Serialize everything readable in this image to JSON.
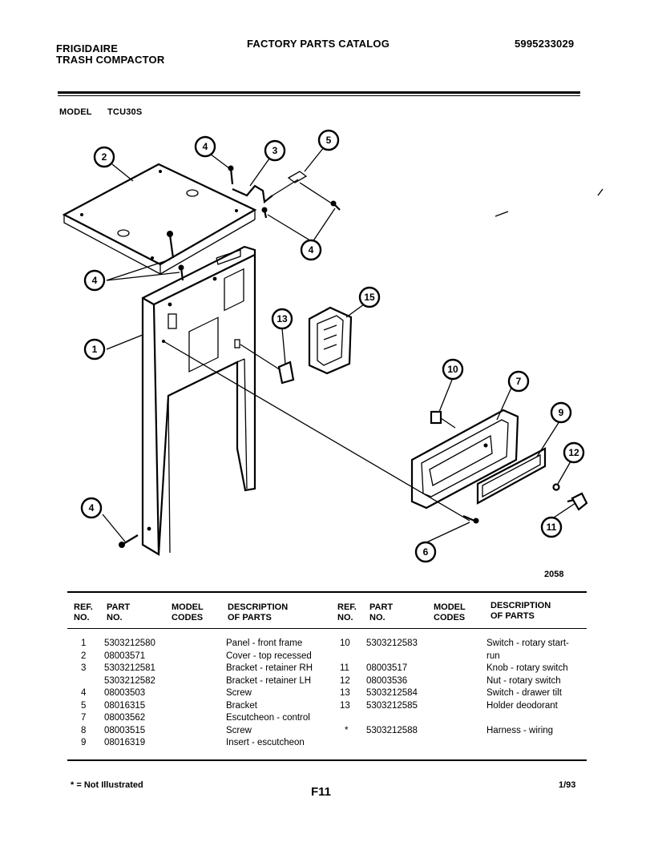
{
  "header": {
    "brand": "FRIGIDAIRE",
    "product": "TRASH COMPACTOR",
    "catalog_title": "FACTORY PARTS CATALOG",
    "catalog_number": "5995233029",
    "model_label": "MODEL",
    "model_value": "TCU30S"
  },
  "diagram": {
    "drawing_number": "2058",
    "callouts": [
      "1",
      "2",
      "3",
      "4",
      "4",
      "4",
      "4",
      "5",
      "6",
      "7",
      "9",
      "10",
      "11",
      "12",
      "13",
      "15"
    ]
  },
  "table": {
    "headers": {
      "ref": [
        "REF.",
        "NO."
      ],
      "part": [
        "PART",
        "NO."
      ],
      "model": [
        "MODEL",
        "CODES"
      ],
      "desc": [
        "DESCRIPTION",
        "OF PARTS"
      ]
    },
    "left_rows": [
      {
        "ref": "1",
        "part": "5303212580",
        "desc": "Panel - front frame"
      },
      {
        "ref": "2",
        "part": "08003571",
        "desc": "Cover - top recessed"
      },
      {
        "ref": "3",
        "part": "5303212581",
        "desc": "Bracket - retainer RH"
      },
      {
        "ref": "",
        "part": "5303212582",
        "desc": "Bracket - retainer LH"
      },
      {
        "ref": "4",
        "part": "08003503",
        "desc": "Screw"
      },
      {
        "ref": "5",
        "part": "08016315",
        "desc": "Bracket"
      },
      {
        "ref": "7",
        "part": "08003562",
        "desc": "Escutcheon - control"
      },
      {
        "ref": "8",
        "part": "08003515",
        "desc": "Screw"
      },
      {
        "ref": "9",
        "part": "08016319",
        "desc": "Insert - escutcheon"
      }
    ],
    "right_rows": [
      {
        "ref": "10",
        "part": "5303212583",
        "desc": "Switch - rotary start-"
      },
      {
        "ref": "",
        "part": "",
        "desc": "run"
      },
      {
        "ref": "11",
        "part": "08003517",
        "desc": "Knob - rotary switch"
      },
      {
        "ref": "12",
        "part": "08003536",
        "desc": "Nut - rotary switch"
      },
      {
        "ref": "13",
        "part": "5303212584",
        "desc": "Switch - drawer tilt"
      },
      {
        "ref": "13",
        "part": "5303212585",
        "desc": "Holder deodorant"
      },
      {
        "ref": "",
        "part": "",
        "desc": ""
      },
      {
        "ref": "*",
        "part": "5303212588",
        "desc": "Harness - wiring"
      }
    ]
  },
  "footer": {
    "note": "* = Not Illustrated",
    "page": "F11",
    "date": "1/93"
  }
}
